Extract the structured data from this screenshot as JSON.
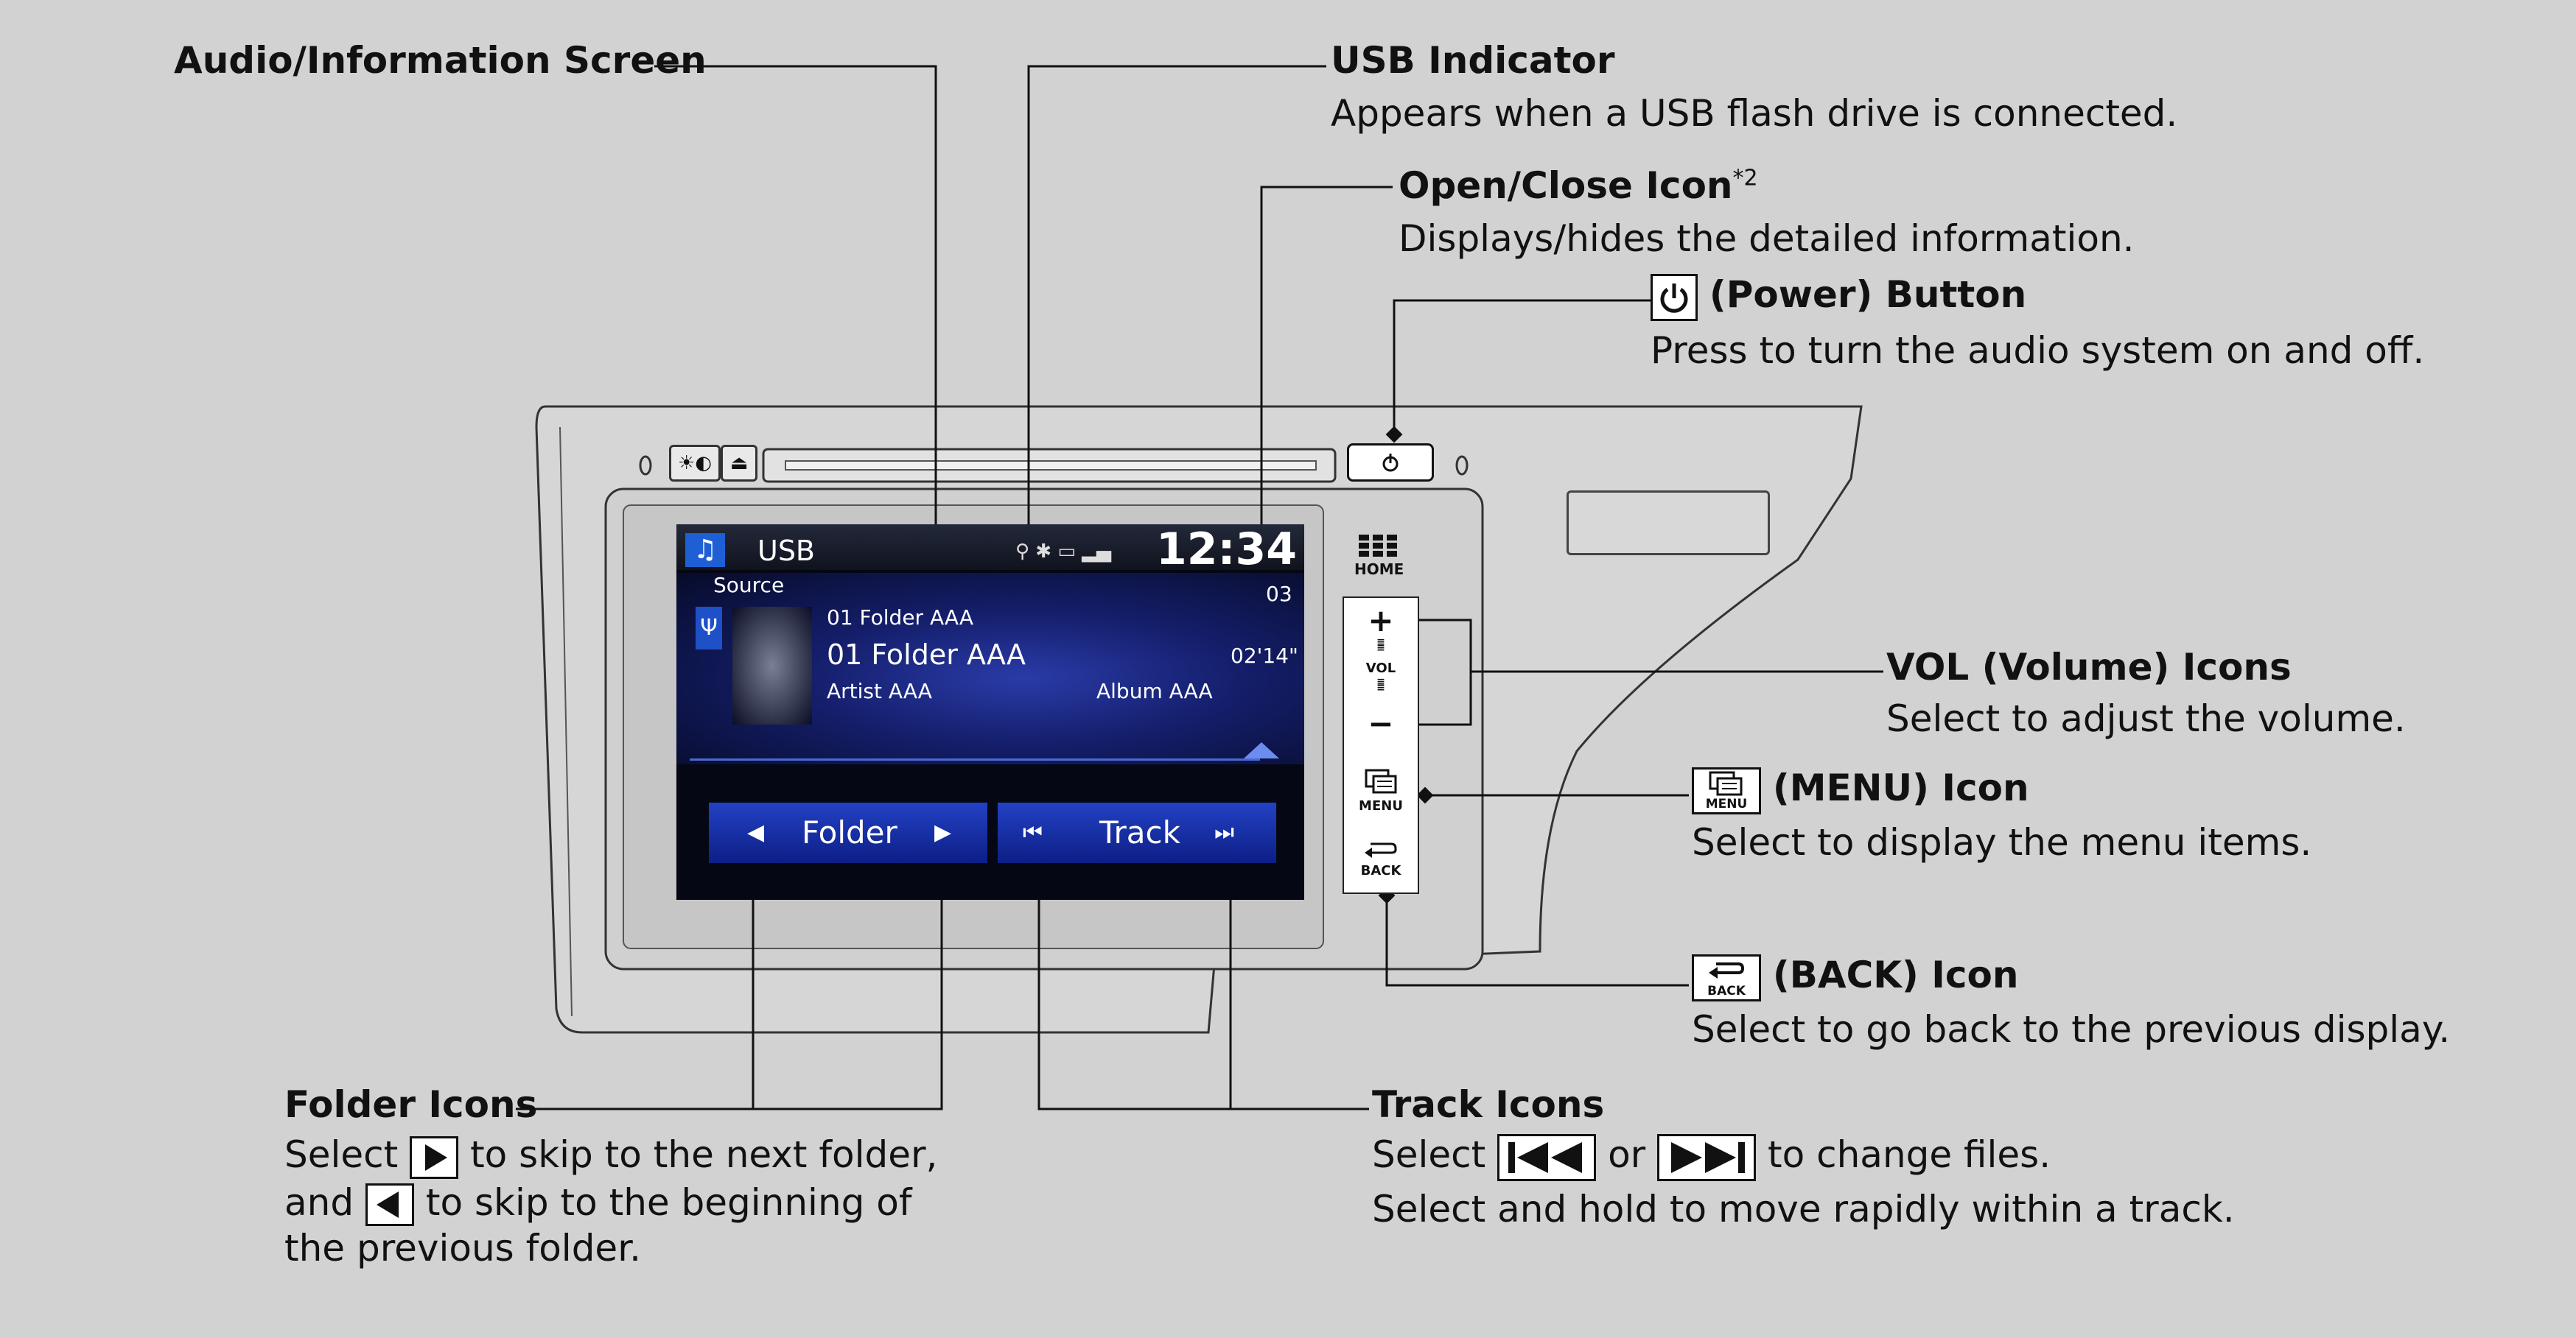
{
  "callouts": {
    "audio_screen": {
      "title": "Audio/Information Screen"
    },
    "usb_indicator": {
      "title": "USB Indicator",
      "desc": "Appears when a USB flash drive is connected."
    },
    "open_close": {
      "title": "Open/Close Icon",
      "sup": "*2",
      "desc": "Displays/hides the detailed information."
    },
    "power": {
      "title": "(Power) Button",
      "desc": "Press to turn the audio system on and off."
    },
    "vol": {
      "title": "VOL (Volume) Icons",
      "desc": "Select to adjust the volume."
    },
    "menu": {
      "title": "(MENU) Icon",
      "desc": "Select to display the menu items.",
      "icon_caption": "MENU"
    },
    "back": {
      "title": "(BACK) Icon",
      "desc": "Select to go back to the previous display.",
      "icon_caption": "BACK"
    },
    "folder": {
      "title": "Folder Icons",
      "line1_a": "Select",
      "line1_b": "to skip to the next folder,",
      "line2_a": "and",
      "line2_b": "to skip to the beginning of",
      "line3": "the previous folder."
    },
    "track": {
      "title": "Track Icons",
      "line1_a": "Select",
      "line1_or": "or",
      "line1_b": "to change files.",
      "line2": "Select and hold to move rapidly within a track."
    }
  },
  "screen": {
    "source_tab": "USB",
    "clock": "12:34",
    "source_label": "Source",
    "folder_line": "01 Folder AAA",
    "track_title": "01 Folder AAA",
    "artist": "Artist AAA",
    "album": "Album AAA",
    "track_number": "03",
    "elapsed": "02'14\"",
    "folder_button": "Folder",
    "track_button": "Track"
  },
  "panel": {
    "home_label": "HOME",
    "vol_label": "VOL",
    "menu_label": "MENU",
    "back_label": "BACK",
    "plus": "+",
    "minus": "−"
  },
  "icons": [
    "power-icon",
    "menu-icon",
    "back-icon",
    "next-folder-icon",
    "prev-folder-icon",
    "skip-back-icon",
    "skip-forward-icon",
    "hazard-icon",
    "eject-icon",
    "music-note-icon",
    "usb-icon"
  ]
}
